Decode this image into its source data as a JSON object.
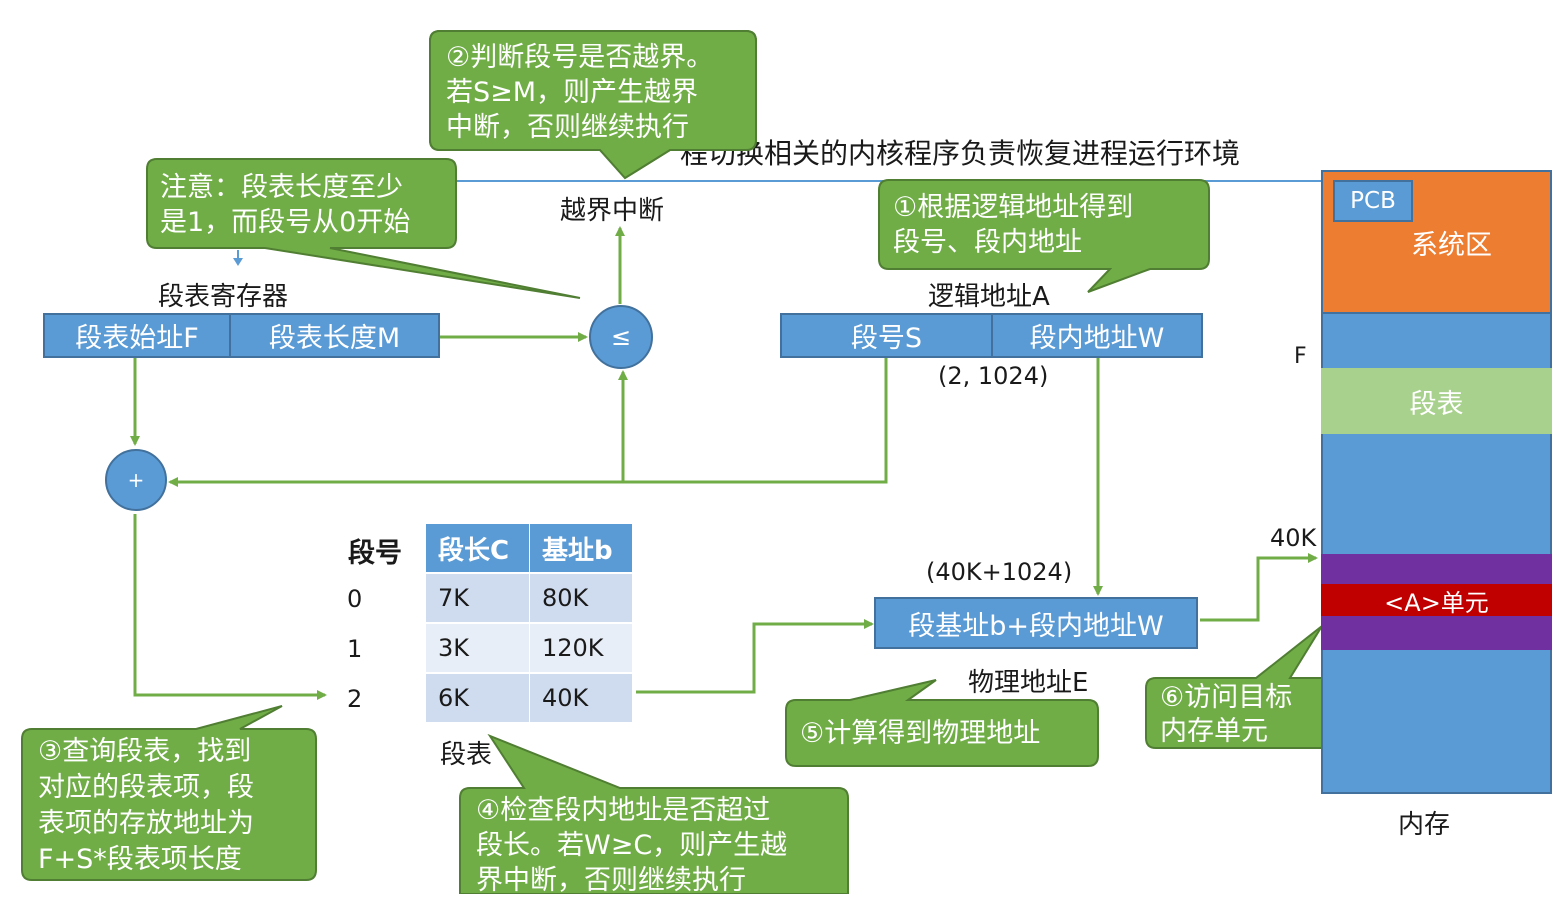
{
  "title_partial": "程切换相关的内核程序负责恢复进程运行环境",
  "callouts": {
    "c2": [
      "②判断段号是否越界。",
      "若S≥M，则产生越界",
      "中断，否则继续执行"
    ],
    "note": [
      "注意：段表长度至少",
      "是1，而段号从0开始"
    ],
    "c1": [
      "①根据逻辑地址得到",
      "段号、段内地址"
    ],
    "c3": [
      "③查询段表，找到",
      "对应的段表项，段",
      "表项的存放地址为",
      "F+S*段表项长度"
    ],
    "c4": [
      "④检查段内地址是否超过",
      "段长。若W≥C，则产生越",
      "界中断，否则继续执行"
    ],
    "c5": [
      "⑤计算得到物理地址"
    ],
    "c6": [
      "⑥访问目标",
      "内存单元"
    ]
  },
  "labels": {
    "out_of_bounds": "越界中断",
    "seg_table_register": "段表寄存器",
    "logical_address": "逻辑地址A",
    "logical_example": "(2, 1024)",
    "physical_example": "(40K+1024)",
    "physical_address": "物理地址E",
    "seg_table_caption": "段表",
    "memory_caption": "内存",
    "F": "F",
    "40K": "40K"
  },
  "register": {
    "start": "段表始址F",
    "length": "段表长度M"
  },
  "logical": {
    "seg_no": "段号S",
    "offset": "段内地址W"
  },
  "compare_symbol": "≤",
  "add_symbol": "+",
  "physical_box": "段基址b+段内地址W",
  "seg_table": {
    "headers": [
      "段号",
      "段长C",
      "基址b"
    ],
    "rows": [
      [
        "0",
        "7K",
        "80K"
      ],
      [
        "1",
        "3K",
        "120K"
      ],
      [
        "2",
        "6K",
        "40K"
      ]
    ]
  },
  "memory": {
    "pcb": "PCB",
    "system_area": "系统区",
    "seg_table_area": "段表",
    "target_unit": "<A>单元"
  },
  "colors": {
    "blue": "#5b9bd5",
    "green": "#70ad47",
    "callout": "#70ad47",
    "orange": "#ed7d31",
    "light_green": "#a9d18e",
    "purple": "#7030a0",
    "red": "#c00000"
  }
}
